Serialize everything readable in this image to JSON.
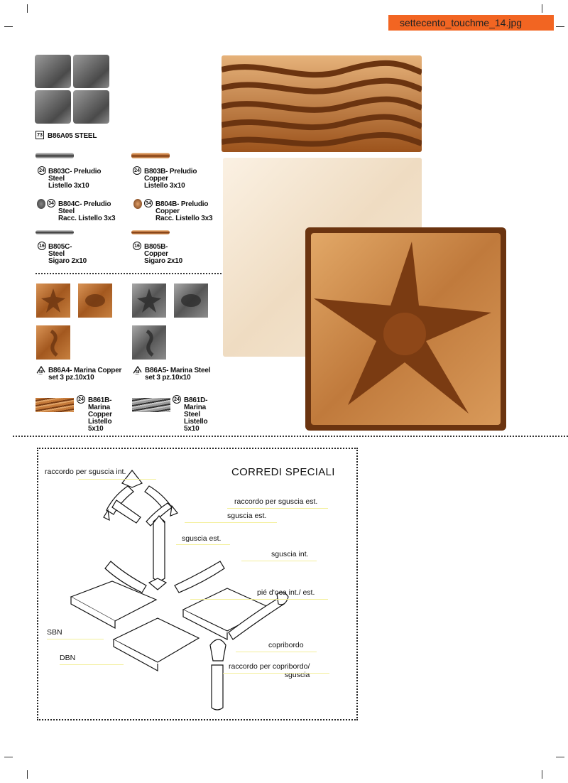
{
  "file_tab": "settecento_touchme_14.jpg",
  "products": {
    "b86a05": {
      "badge": "73",
      "label": "B86A05 STEEL"
    },
    "b803c": {
      "badge": "24",
      "label": "B803C- Preludio\nSteel\nListello 3x10"
    },
    "b803b": {
      "badge": "24",
      "label": "B803B- Preludio\nCopper\nListello 3x10"
    },
    "b804c": {
      "badge": "34",
      "label": "B804C- Preludio\nSteel\nRacc. Listello 3x3"
    },
    "b804b": {
      "badge": "34",
      "label": "B804B- Preludio\nCopper\nRacc. Listello 3x3"
    },
    "b805c": {
      "badge": "16",
      "label": "B805C-\nSteel\nSigaro 2x10"
    },
    "b805b": {
      "badge": "16",
      "label": "B805B-\nCopper\nSigaro 2x10"
    },
    "b86a4": {
      "badge": "58",
      "label": "B86A4- Marina Copper\nset 3 pz.10x10"
    },
    "b86a5": {
      "badge": "58",
      "label": "B86A5- Marina Steel\nset 3 pz.10x10"
    },
    "b861b": {
      "badge": "24",
      "label": "B861B-\nMarina\nCopper\nListello\n5x10"
    },
    "b861d": {
      "badge": "24",
      "label": "B861D-\nMarina\nSteel\nListello\n5x10"
    }
  },
  "diagram": {
    "title": "CORREDI SPECIALI",
    "labels": {
      "raccordo_int": "raccordo per sguscia int.",
      "raccordo_est": "raccordo per sguscia est.",
      "sguscia_est_1": "sguscia est.",
      "sguscia_est_2": "sguscia est.",
      "sguscia_int": "sguscia int.",
      "pie_oca": "pié d'oca int./ est.",
      "sbn": "SBN",
      "dbn": "DBN",
      "copribordo": "copribordo",
      "raccordo_copribordo": "raccordo per copribordo/\nsguscia"
    }
  },
  "colors": {
    "tab": "#f26522",
    "copper": "#b8672c",
    "steel": "#6a6a6a",
    "cream": "#f3e6d2"
  }
}
